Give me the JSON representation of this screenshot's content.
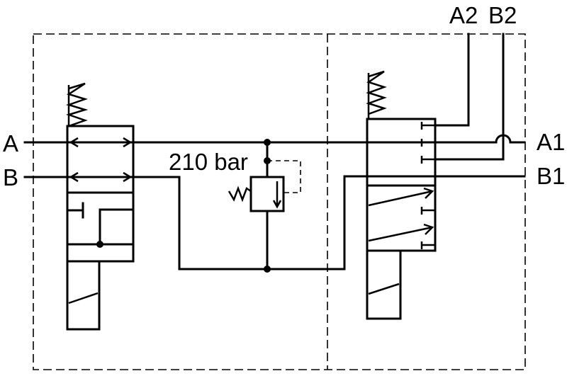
{
  "ports": {
    "a": "A",
    "b": "B",
    "a1": "A1",
    "b1": "B1",
    "a2": "A2",
    "b2": "B2"
  },
  "relief_valve": {
    "pressure": "210 bar"
  },
  "colors": {
    "line": "#000000",
    "background": "#ffffff"
  }
}
